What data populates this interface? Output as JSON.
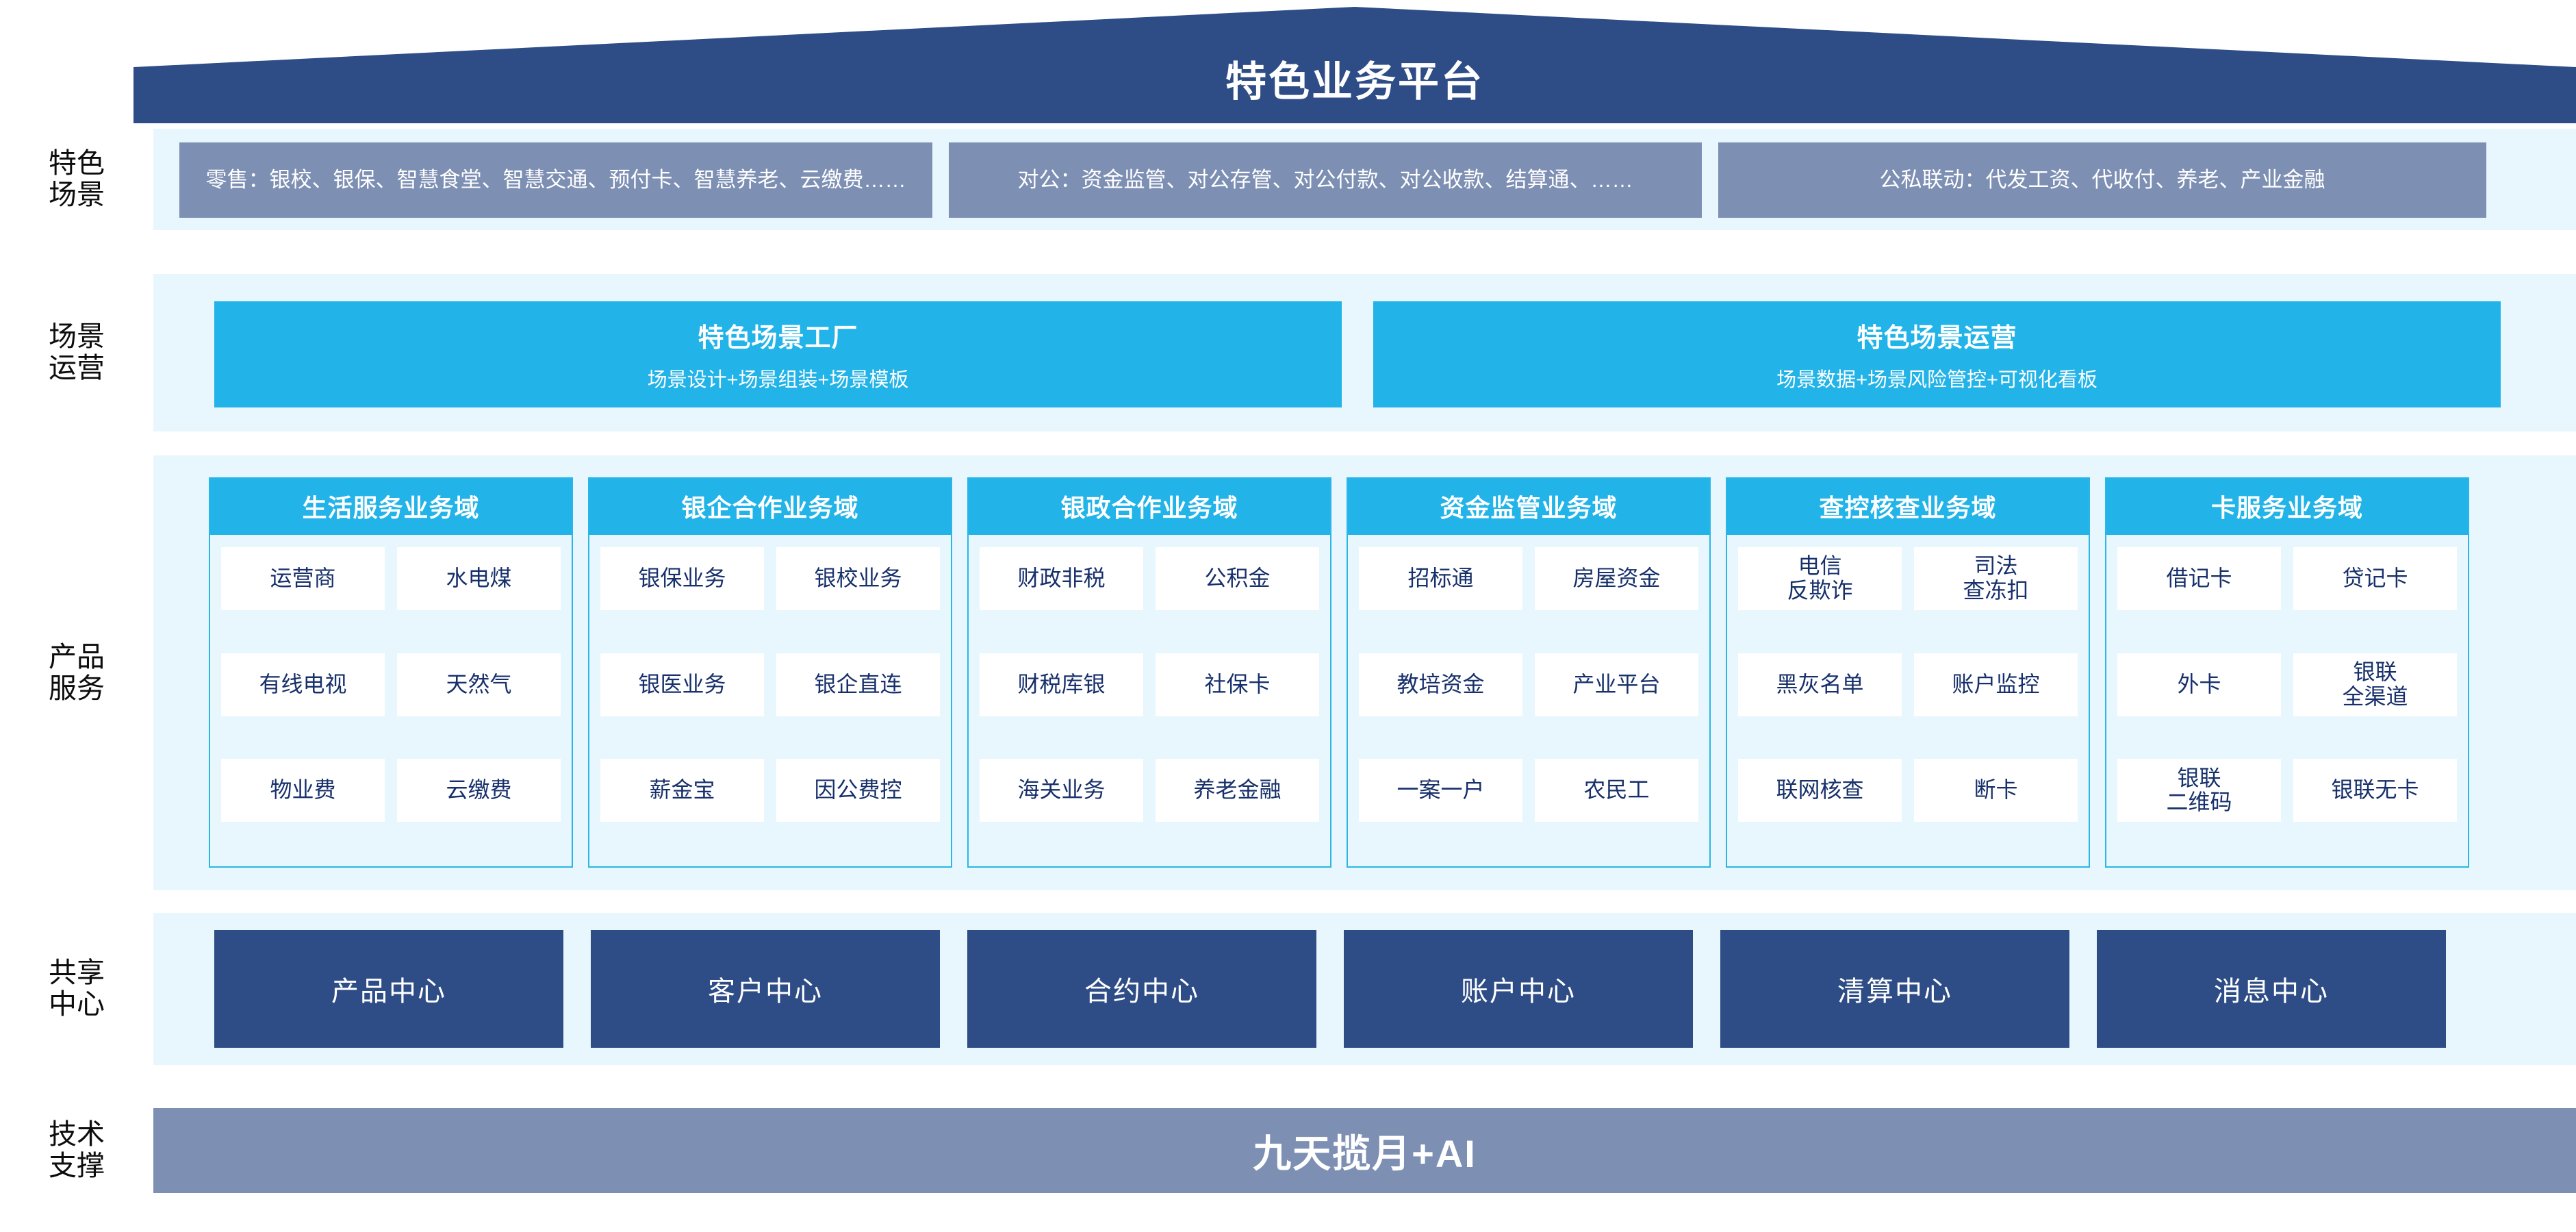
{
  "header": {
    "title": "特色业务平台"
  },
  "rows": {
    "scenario_label": "特色\n场景",
    "operation_label": "场景\n运营",
    "product_label": "产品\n服务",
    "shared_label": "共享\n中心",
    "tech_label": "技术\n支撑"
  },
  "scenarios": [
    {
      "text": "零售：银校、银保、智慧食堂、智慧交通、预付卡、智慧养老、云缴费……"
    },
    {
      "text": "对公：资金监管、对公存管、对公付款、对公收款、结算通、……"
    },
    {
      "text": "公私联动：代发工资、代收付、养老、产业金融"
    }
  ],
  "operations": [
    {
      "title": "特色场景工厂",
      "sub": "场景设计+场景组装+场景模板"
    },
    {
      "title": "特色场景运营",
      "sub": "场景数据+场景风险管控+可视化看板"
    }
  ],
  "domains": [
    {
      "title": "生活服务业务域",
      "items": [
        "运营商",
        "水电煤",
        "有线电视",
        "天然气",
        "物业费",
        "云缴费"
      ]
    },
    {
      "title": "银企合作业务域",
      "items": [
        "银保业务",
        "银校业务",
        "银医业务",
        "银企直连",
        "薪金宝",
        "因公费控"
      ]
    },
    {
      "title": "银政合作业务域",
      "items": [
        "财政非税",
        "公积金",
        "财税库银",
        "社保卡",
        "海关业务",
        "养老金融"
      ]
    },
    {
      "title": "资金监管业务域",
      "items": [
        "招标通",
        "房屋资金",
        "教培资金",
        "产业平台",
        "一案一户",
        "农民工"
      ]
    },
    {
      "title": "查控核查业务域",
      "items": [
        "电信\n反欺诈",
        "司法\n查冻扣",
        "黑灰名单",
        "账户监控",
        "联网核查",
        "断卡"
      ]
    },
    {
      "title": "卡服务业务域",
      "items": [
        "借记卡",
        "贷记卡",
        "外卡",
        "银联\n全渠道",
        "银联\n二维码",
        "银联无卡"
      ]
    }
  ],
  "centers": [
    "产品中心",
    "客户中心",
    "合约中心",
    "账户中心",
    "清算中心",
    "消息中心"
  ],
  "tech": {
    "label": "九天揽月+AI"
  },
  "colors": {
    "roof": "#2e4d86",
    "band": "#e8f6fd",
    "scenario_box": "#7d8fb3",
    "accent_cyan": "#22b3e8",
    "center_box": "#2e4d86",
    "chip_text": "#17306b",
    "tech_bar": "#7d8fb3"
  }
}
